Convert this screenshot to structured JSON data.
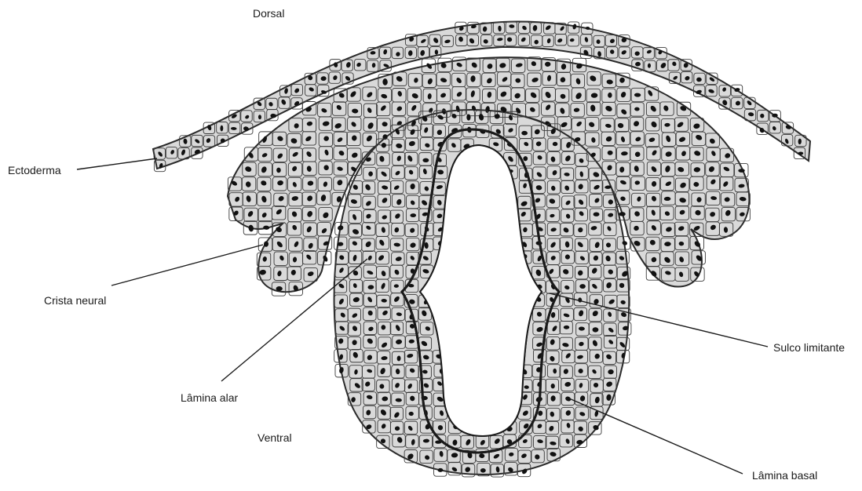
{
  "labels": {
    "dorsal": "Dorsal",
    "ventral": "Ventral",
    "ectoderma": "Ectoderma",
    "crista_neural": "Crista neural",
    "lamina_alar": "Lâmina alar",
    "sulco_limitante": "Sulco limitante",
    "lamina_basal": "Lâmina basal"
  },
  "colors": {
    "tissue_fill": "#d9d9d9",
    "outline": "#2a2a2a",
    "lumen": "#ffffff",
    "nucleus": "#111111"
  }
}
